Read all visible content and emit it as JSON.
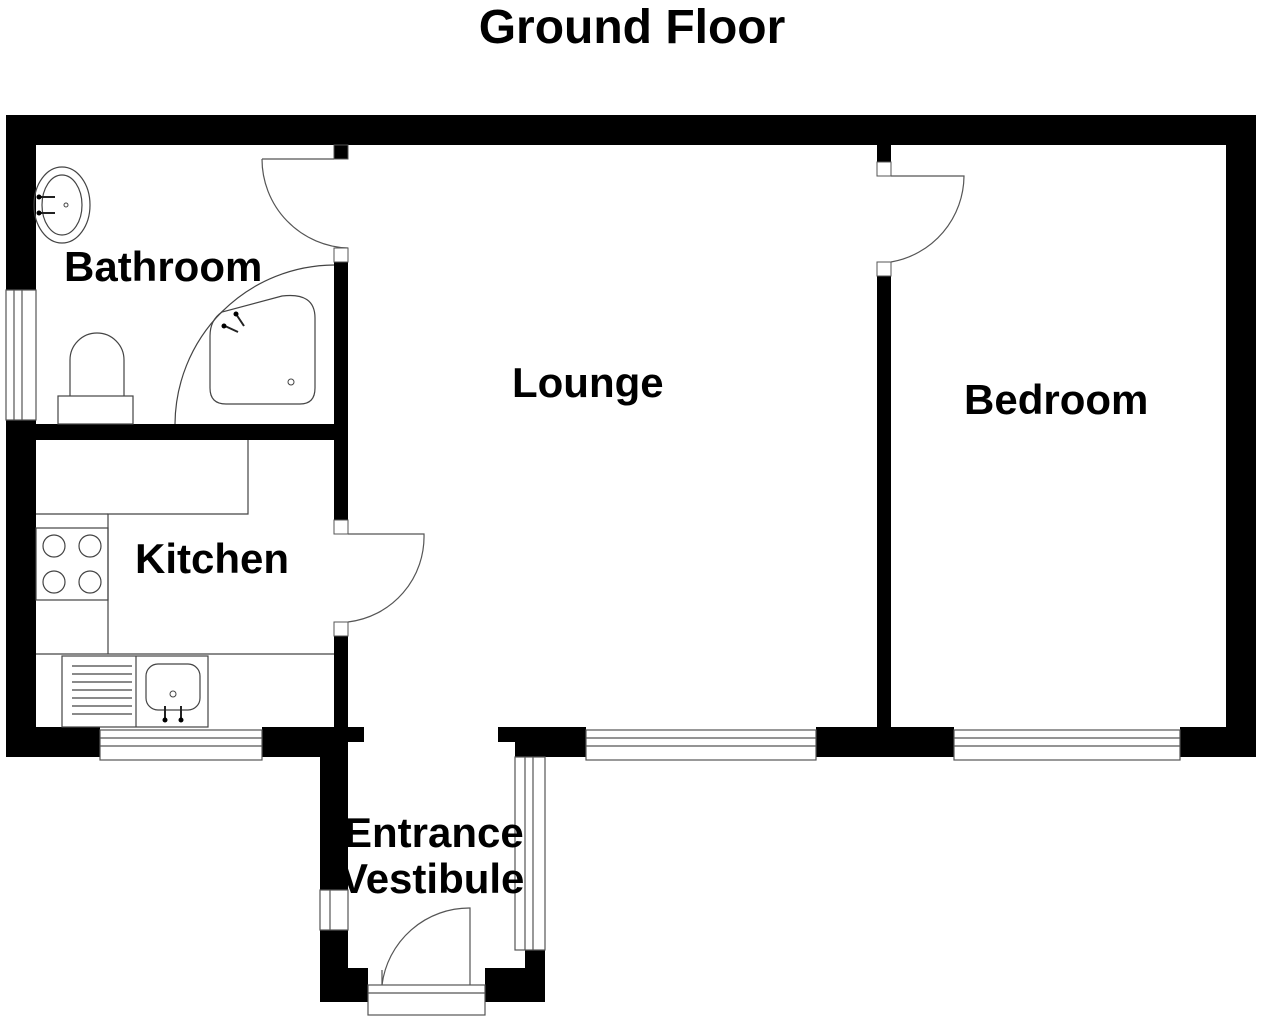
{
  "title": "Ground Floor",
  "rooms": {
    "bathroom": "Bathroom",
    "lounge": "Lounge",
    "bedroom": "Bedroom",
    "kitchen": "Kitchen",
    "entrance_line1": "Entrance",
    "entrance_line2": "Vestibule"
  }
}
